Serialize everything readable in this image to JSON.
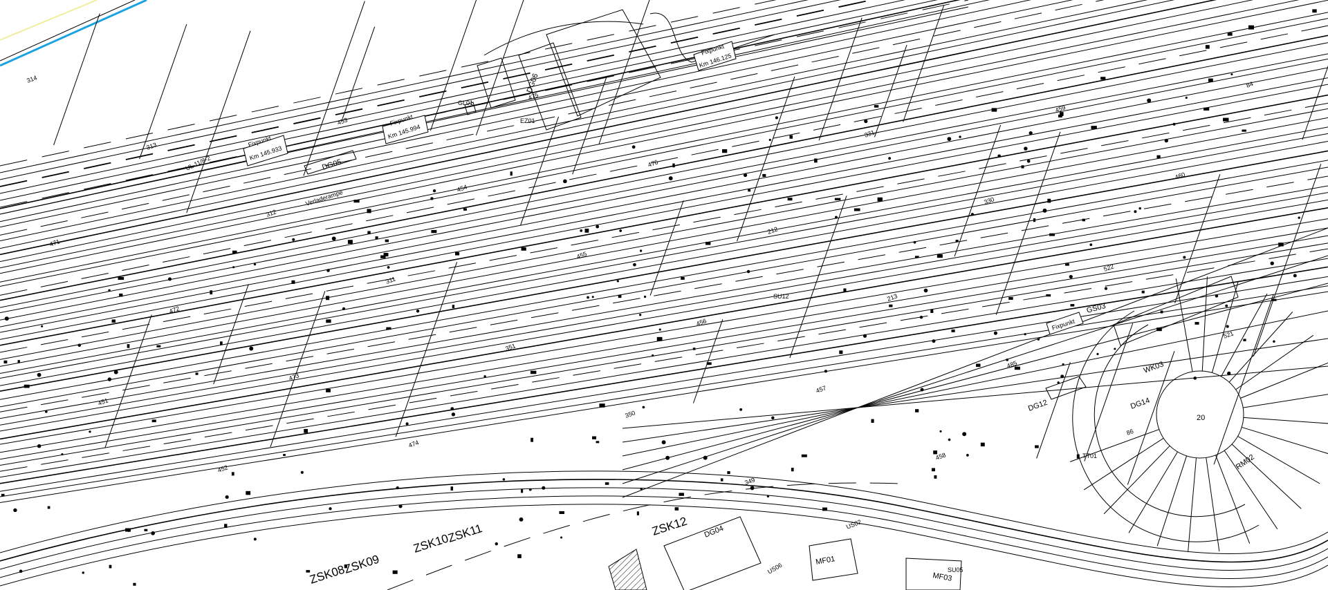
{
  "drawing": {
    "fixpoints": [
      {
        "title": "Fixpunkt",
        "km": "Km 145.933"
      },
      {
        "title": "Fixpunkt",
        "km": "Km 145.994"
      },
      {
        "title": "Fixpunkt",
        "km": "Km 146.125"
      },
      {
        "title": "Fixpunkt",
        "km": ""
      }
    ],
    "labels": {
      "dg05": "DG05",
      "dg06": "DG06",
      "dg04": "DG04",
      "dg12": "DG12",
      "dg14": "DG14",
      "gs03": "GS03",
      "gl01": "GL01",
      "ez01": "EZ01",
      "su12": "SU12",
      "su05": "SU05",
      "us02": "US02",
      "us06": "US06",
      "mf01": "MF01",
      "mf03": "MF03",
      "wk03": "WK03",
      "rm02": "RM02",
      "tt01": "TT01",
      "turntable": "20",
      "ramp": "Verladerampe",
      "zsk08": "ZSK08",
      "zsk09": "ZSK09",
      "zsk10": "ZSK10",
      "zsk11": "ZSK11",
      "zsk12": "ZSK12",
      "ul": "UL 11/8-2"
    },
    "track_numbers": [
      "314",
      "313",
      "312",
      "311",
      "351",
      "350",
      "349",
      "331",
      "330",
      "522",
      "521",
      "451",
      "452",
      "453",
      "454",
      "455",
      "456",
      "457",
      "458",
      "459",
      "460",
      "471",
      "472",
      "473",
      "474",
      "475",
      "476",
      "212",
      "213",
      "485",
      "86",
      "84"
    ]
  },
  "colors": {
    "ink": "#000000",
    "accent_blue": "#1aa3e0",
    "accent_yellow": "#f0ee9c"
  }
}
